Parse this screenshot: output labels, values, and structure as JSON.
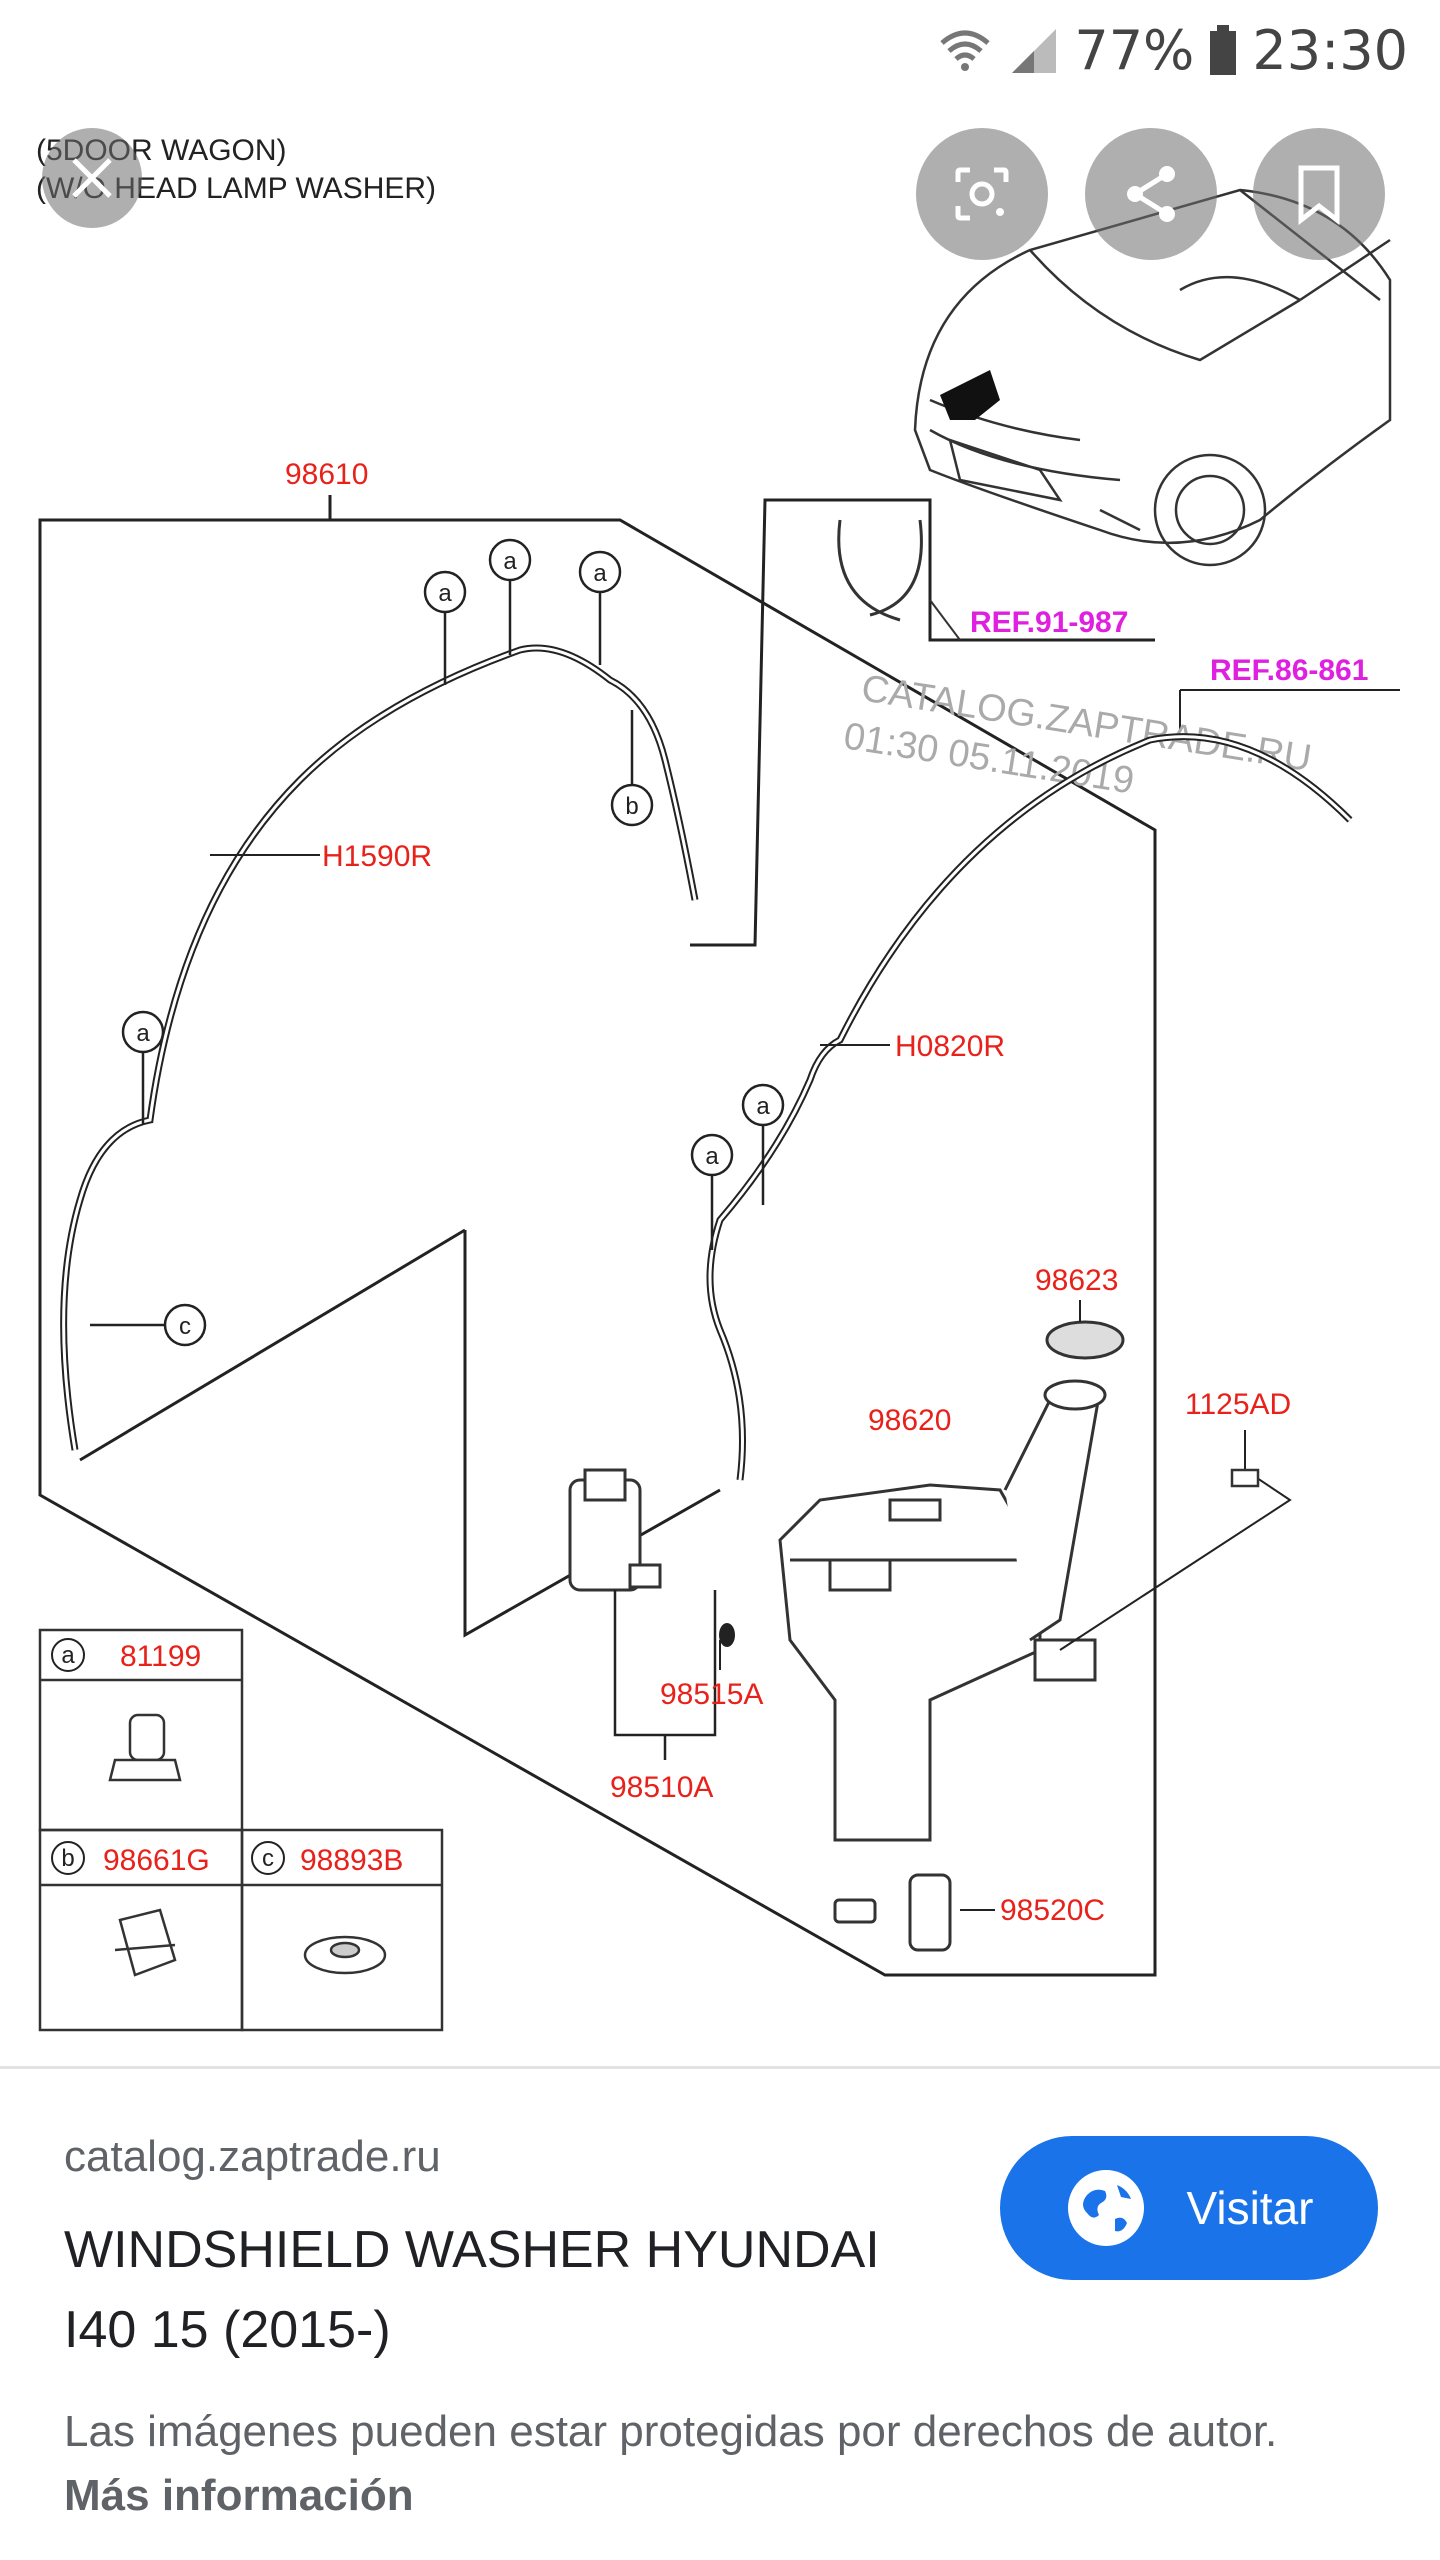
{
  "status_bar": {
    "battery": "77%",
    "time": "23:30"
  },
  "diagram": {
    "header_line1": "(5DOOR WAGON)",
    "header_line2": "(W/O HEAD LAMP WASHER)",
    "watermark_line1": "CATALOG.ZAPTRADE.RU",
    "watermark_line2": "01:30 05.11.2019",
    "parts": {
      "p98610": "98610",
      "ref91987": "REF.91-987",
      "ref86861": "REF.86-861",
      "h1590r": "H1590R",
      "h0820r": "H0820R",
      "p98623": "98623",
      "p98620": "98620",
      "p1125ad": "1125AD",
      "p98515a": "98515A",
      "p98510a": "98510A",
      "p98520c": "98520C"
    },
    "callouts": {
      "a": "a",
      "b": "b",
      "c": "c"
    },
    "legend": {
      "a_part": "81199",
      "b_part": "98661G",
      "c_part": "98893B"
    }
  },
  "result": {
    "source": "catalog.zaptrade.ru",
    "title": "WINDSHIELD WASHER HYUNDAI I40 15 (2015-)",
    "visit_label": "Visitar",
    "copyright_text": "Las imágenes pueden estar protegidas por derechos de autor.",
    "more_info": "Más información"
  }
}
